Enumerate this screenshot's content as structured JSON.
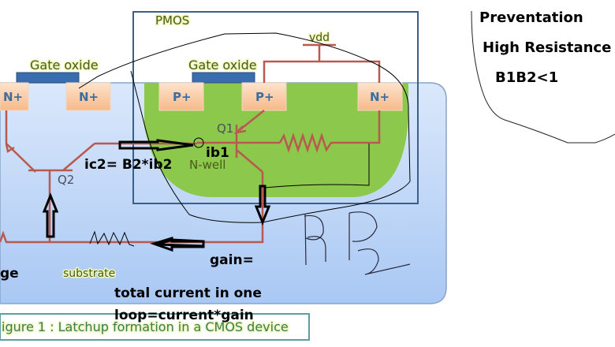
{
  "diagram": {
    "title_box": "PMOS",
    "gate_oxide_left": "Gate oxide",
    "gate_oxide_right": "Gate oxide",
    "vdd": "vdd",
    "regions": {
      "left_n1": "N+",
      "left_n2": "N+",
      "p1": "P+",
      "p2": "P+",
      "right_n": "N+"
    },
    "transistors": {
      "q1": "Q1",
      "q2": "Q2"
    },
    "nwell": "N-well",
    "substrate": "substrate",
    "caption": "igure 1 : Latchup formation in a CMOS device",
    "colors": {
      "substrate": "#c7dcf7",
      "nwell": "#8cc84b",
      "diffusion": "#f9c9a0",
      "gate_oxide": "#3a6cb0",
      "wire": "#b85a50",
      "box_border": "#3a5f8a"
    }
  },
  "annotations": {
    "ib1": "ib1",
    "ic2": "ic2= B2*ib2",
    "gain": "gain=",
    "total_line1": "total current in one",
    "total_line2": "loop=current*gain",
    "left_cut": "ge",
    "b1": "B1",
    "b2": "B2",
    "prevention_title": "Preventation",
    "prevention_item1": "High Resistance",
    "prevention_item2": "B1B2<1"
  }
}
